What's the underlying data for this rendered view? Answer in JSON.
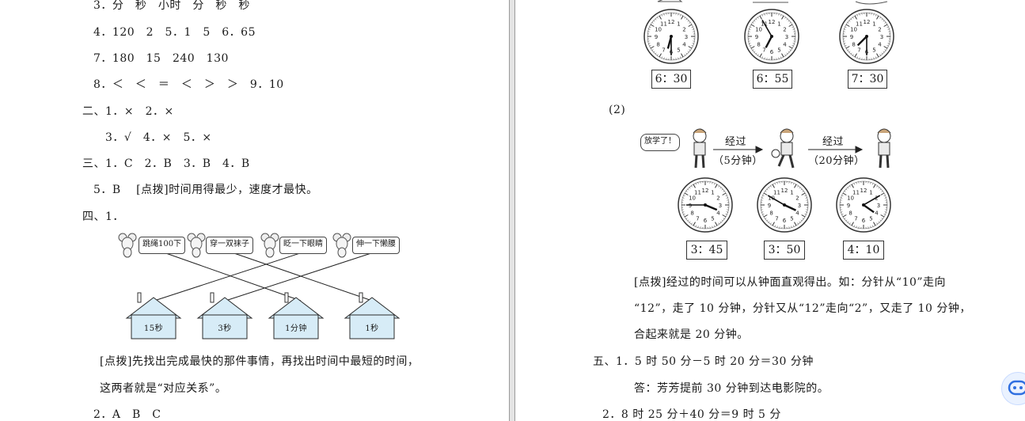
{
  "left": {
    "lines": {
      "l1": "3．分　秒　小时　分　秒　秒",
      "l2": "4．120　2　5．1　5　6．65",
      "l3": "7．180　15　240　130",
      "l4": "8．＜　＜　＝　＜　＞　＞　9．10",
      "l5": "二、1．×　2．×",
      "l6": "3．√　4．×　5．×",
      "l7": "三、1．C　2．B　3．B　4．B",
      "l8": "5．B　 [点拨]时间用得最少，速度才最快。",
      "l9": "四、1．",
      "l10": "[点拨]先找出完成最快的那件事情，再找出时间中最短的时间，",
      "l11": "这两者就是“对应关系”。",
      "l12": "2．A　B　C"
    },
    "tasks": [
      "跳绳100下",
      "穿一双袜子",
      "眨一下眼睛",
      "伸一下懒腰"
    ],
    "houses": [
      "15秒",
      "3秒",
      "1分钟",
      "1秒"
    ]
  },
  "right": {
    "clocks_top": [
      "6：30",
      "6：55",
      "7：30"
    ],
    "part2_label": "(2)",
    "speech": "放学了！",
    "arrow1_top": "经过",
    "arrow1_bottom": "（5分钟）",
    "arrow2_top": "经过",
    "arrow2_bottom": "（20分钟）",
    "clocks_bottom": [
      "3：45",
      "3：50",
      "4：10"
    ],
    "lines": {
      "r1": "[点拨]经过的时间可以从钟面直观得出。如：分针从“10”走向",
      "r2": "“12”，走了 10 分钟，分针又从“12”走向“2”，又走了 10 分钟，",
      "r3": "合起来就是 20 分钟。",
      "r4": "五、1．5 时 50 分－5 时 20 分＝30 分钟",
      "r5": "答：芳芳提前 30 分钟到达电影院的。",
      "r6": "2．8 时 25 分＋40 分＝9 时 5 分"
    }
  },
  "colors": {
    "house_fill": "#d7ecf7",
    "house_stroke": "#2b2b2b",
    "clock_face": "#ffffff",
    "fab_accent": "#2f6fe0"
  },
  "icons": {
    "mouse": "mouse-icon",
    "boy": "boy-icon",
    "clock": "clock-icon",
    "assistant": "assistant-chat-icon"
  }
}
